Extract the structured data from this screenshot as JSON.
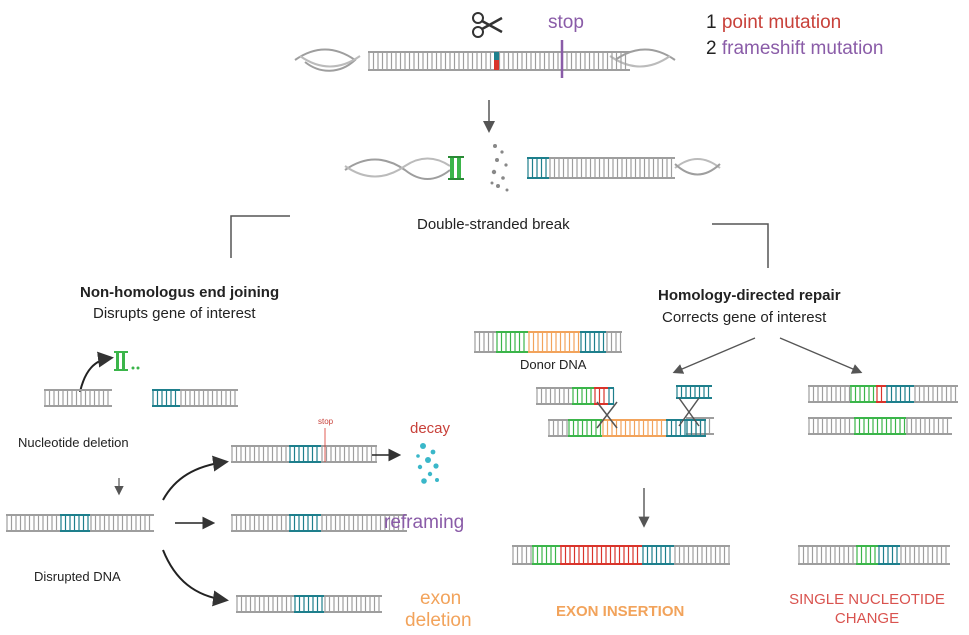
{
  "title_annotation": {
    "stop": "stop",
    "item1_num": "1",
    "item1_label": "point mutation",
    "item2_num": "2",
    "item2_label": "frameshift mutation"
  },
  "break_label": "Double-stranded break",
  "nhej": {
    "title": "Non-homologus end joining",
    "subtitle": "Disrupts gene of interest",
    "step_deletion": "Nucleotide deletion",
    "step_disrupted": "Disrupted DNA",
    "small_stop": "stop",
    "outcome_decay": "decay",
    "outcome_reframing": "reframing",
    "outcome_exon_line1": "exon",
    "outcome_exon_line2": "deletion"
  },
  "hdr": {
    "title": "Homology-directed repair",
    "subtitle": "Corrects gene of interest",
    "donor_label": "Donor DNA",
    "outcome_insertion": "EXON INSERTION",
    "outcome_snc_line1": "SINGLE NUCLEOTIDE",
    "outcome_snc_line2": "CHANGE"
  },
  "colors": {
    "dna": "#9e9e9e",
    "teal": "#1e7f8c",
    "green": "#3bb54a",
    "red": "#d9342b",
    "orange": "#f2a35b",
    "purple": "#8a5ca8"
  }
}
